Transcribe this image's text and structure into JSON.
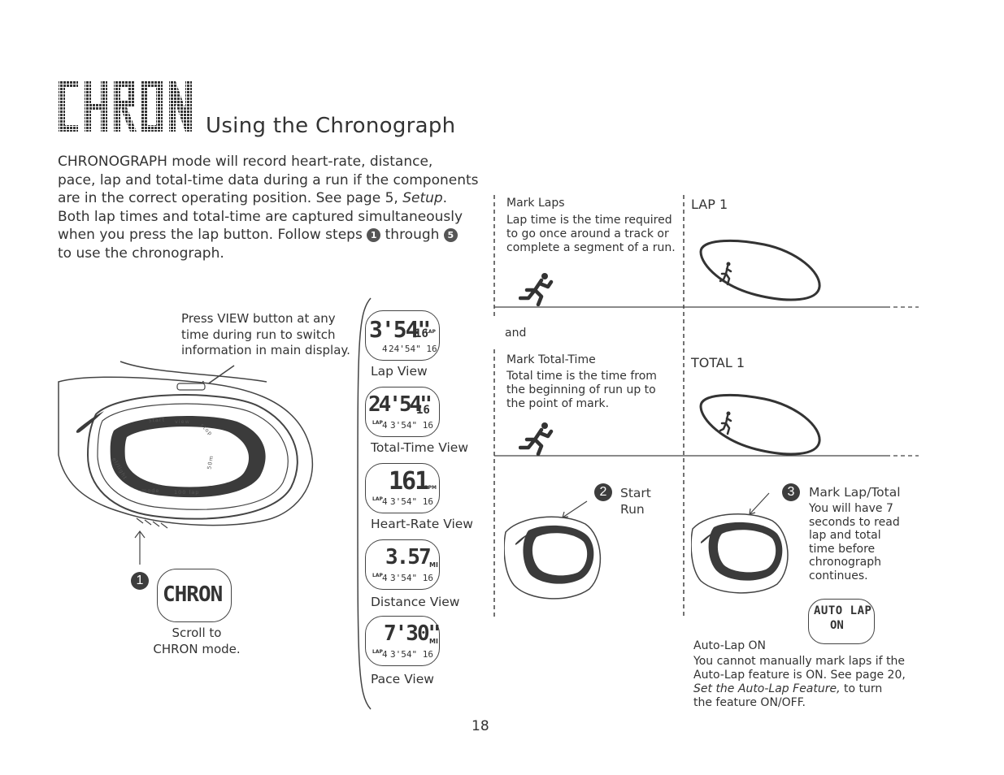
{
  "header": {
    "chron_logo": "CHRON",
    "title": "Using the Chronograph"
  },
  "intro": {
    "line1": "CHRONOGRAPH mode will record heart-rate, distance,",
    "line2": "pace, lap and total-time data during a run if the components",
    "line3_a": "are in the correct operating position. See page 5, ",
    "line3_b": "Setup",
    "line3_c": ".",
    "line4": "Both lap times and total-time are captured simultaneously",
    "line5_a": "when you press the lap button. Follow steps ",
    "step_from": "1",
    "line5_b": " through ",
    "step_to": "5",
    "line6": "to use the chronograph."
  },
  "press_view": {
    "line1": "Press VIEW button at any",
    "line2": "time during run to switch",
    "line3": "information in main display."
  },
  "watch_bezel": {
    "start": "start",
    "view": "view",
    "stop": "stop",
    "hr": "HR",
    "water": "50m",
    "el": "el/light",
    "mode": "mode",
    "lap": "100 lap"
  },
  "step1": {
    "number": "1",
    "display": "CHRON",
    "caption_line1": "Scroll to",
    "caption_line2": "CHRON mode."
  },
  "views": [
    {
      "label": "Lap View",
      "big": "3'54\"",
      "big_small": "16",
      "tag": "LAP",
      "bottom_num": "4",
      "bottom": "24'54\" 16"
    },
    {
      "label": "Total-Time View",
      "big": "24'54\"",
      "big_small": "16",
      "tag": "",
      "bottom_num": "4",
      "bottom": "3'54\" 16",
      "bottom_tag": "LAP"
    },
    {
      "label": "Heart-Rate View",
      "big": "161",
      "big_small": "",
      "tag": "BPM",
      "bottom_num": "4",
      "bottom": "3'54\" 16",
      "bottom_tag": "LAP"
    },
    {
      "label": "Distance View",
      "big": "3.57",
      "big_small": "",
      "tag": "MI",
      "bottom_num": "4",
      "bottom": "3'54\" 16",
      "bottom_tag": "LAP"
    },
    {
      "label": "Pace View",
      "big": "7'30\"",
      "big_small": "",
      "tag": "MI",
      "bottom_num": "4",
      "bottom": "3'54\" 16",
      "bottom_tag": "LAP"
    }
  ],
  "mark_laps": {
    "title": "Mark Laps",
    "line1": "Lap time is the time required",
    "line2": "to go once around a track or",
    "line3": "complete a segment of a run.",
    "result": "LAP 1"
  },
  "and_text": "and",
  "mark_total": {
    "title": "Mark Total-Time",
    "line1": "Total time is the time from",
    "line2": "the beginning of run up to",
    "line3": "the point of mark.",
    "result": "TOTAL 1"
  },
  "step2": {
    "number": "2",
    "line1": "Start",
    "line2": "Run"
  },
  "step3": {
    "number": "3",
    "title": "Mark Lap/Total",
    "line1": "You will have 7",
    "line2": "seconds to read",
    "line3": "lap and total",
    "line4": "time before",
    "line5": "chronograph",
    "line6": "continues."
  },
  "auto_lap": {
    "display_line1": "AUTO LAP",
    "display_line2": "ON",
    "title": "Auto-Lap ON",
    "line1": "You cannot manually mark laps if the",
    "line2": "Auto-Lap feature is ON. See page 20,",
    "line3_a": "Set the Auto-Lap Feature,",
    "line3_b": " to turn",
    "line4": "the feature ON/OFF."
  },
  "page_number": "18"
}
